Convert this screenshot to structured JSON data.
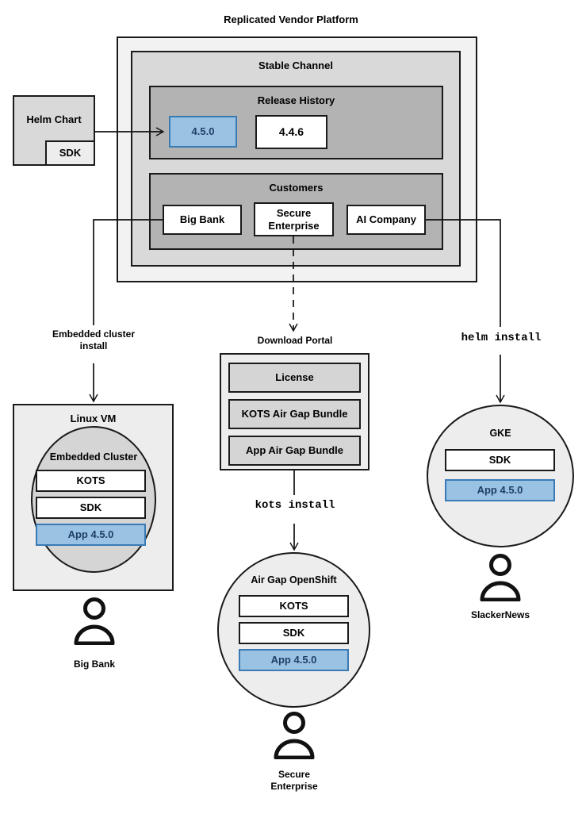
{
  "diagram": {
    "title": "Replicated Vendor Platform",
    "platform": {
      "stable_channel": {
        "label": "Stable Channel",
        "release_history": {
          "label": "Release History",
          "releases": [
            {
              "version": "4.5.0",
              "highlighted": true
            },
            {
              "version": "4.4.6",
              "highlighted": false
            }
          ]
        },
        "customers": {
          "label": "Customers",
          "items": [
            {
              "name": "Big Bank"
            },
            {
              "name": "Secure\nEnterprise"
            },
            {
              "name": "AI Company"
            }
          ]
        }
      }
    },
    "source": {
      "helm_chart_label": "Helm Chart",
      "sdk_label": "SDK"
    },
    "connector_labels": {
      "embedded_cluster_install": "Embedded cluster\ninstall",
      "helm_install": "helm install",
      "kots_install": "kots install"
    },
    "download_portal": {
      "label": "Download Portal",
      "artifacts": [
        "License",
        "KOTS Air Gap Bundle",
        "App Air Gap Bundle"
      ]
    },
    "targets": [
      {
        "label": "Linux VM",
        "inner_label": "Embedded Cluster",
        "components": [
          {
            "name": "KOTS",
            "highlighted": false
          },
          {
            "name": "SDK",
            "highlighted": false
          },
          {
            "name": "App 4.5.0",
            "highlighted": true
          }
        ],
        "actor": "Big Bank"
      },
      {
        "label": "Air Gap OpenShift",
        "components": [
          {
            "name": "KOTS",
            "highlighted": false
          },
          {
            "name": "SDK",
            "highlighted": false
          },
          {
            "name": "App 4.5.0",
            "highlighted": true
          }
        ],
        "actor": "Secure\nEnterprise"
      },
      {
        "label": "GKE",
        "components": [
          {
            "name": "SDK",
            "highlighted": false
          },
          {
            "name": "App 4.5.0",
            "highlighted": true
          }
        ],
        "actor": "SlackerNews"
      }
    ],
    "colors": {
      "highlight_fill": "#9ac2e3",
      "highlight_border": "#3a7ab5",
      "highlight_text": "#1f3f66",
      "outline": "#1a1a1a",
      "platform_outer_fill": "#f2f2f2",
      "channel_fill": "#d9d9d9",
      "section_fill": "#b3b3b3",
      "node_fill": "#ededed",
      "artifact_fill": "#d5d5d5"
    }
  }
}
